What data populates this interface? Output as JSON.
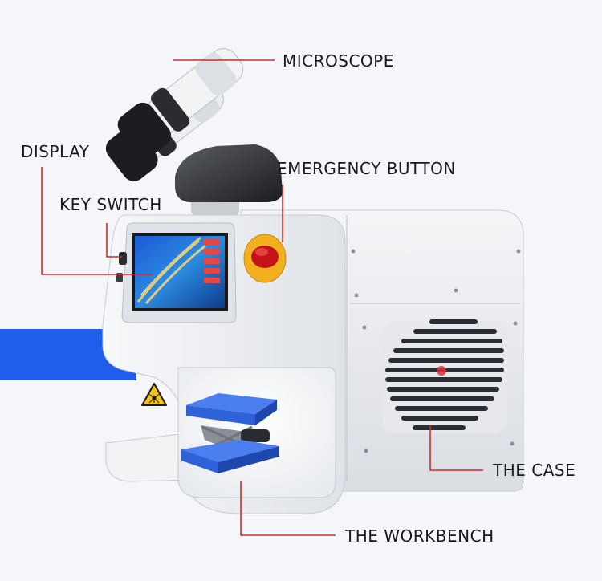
{
  "labels": {
    "microscope": "MICROSCOPE",
    "display": "DISPLAY",
    "key_switch": "KEY SWITCH",
    "emergency_button": "EMERGENCY BUTTON",
    "the_case": "THE CASE",
    "the_workbench": "THE WORKBENCH"
  },
  "warning_symbol": "laser-warning-icon",
  "colors": {
    "accent_band": "#1f5eea",
    "leader_lines": "#d62828",
    "machine_body": "#eceef1",
    "stage": "#2f62d8",
    "emergency_red": "#c6121b",
    "emergency_yellow": "#f2b01e"
  }
}
